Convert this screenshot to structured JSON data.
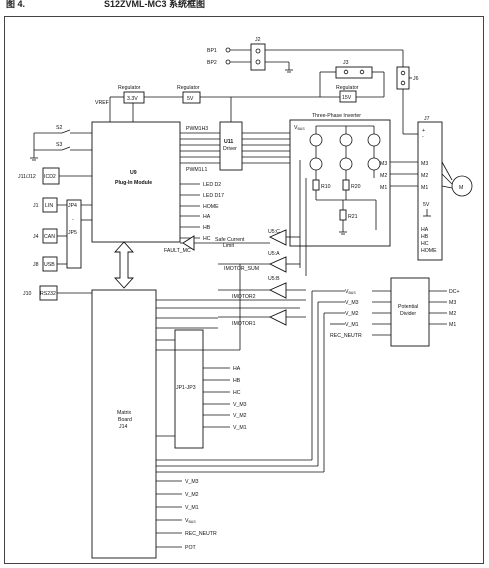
{
  "header": {
    "fig_no": "图 4.",
    "title": "S12ZVML-MC3 系统框图"
  },
  "inputs": {
    "bp1": "BP1",
    "bp2": "BP2",
    "j2": "J2",
    "j3": "J3",
    "j6": "J6",
    "vref": "VREF",
    "s2": "S2",
    "s3": "S3"
  },
  "regulators": [
    {
      "title": "Regulator",
      "value": "3.3V"
    },
    {
      "title": "Regulator",
      "value": "5V"
    },
    {
      "title": "Regulator",
      "value": "15V"
    }
  ],
  "u9": {
    "name": "U9",
    "label": "Plug-In Module",
    "pwm_high": "PWM1H3",
    "pwm_low": "PWM1L1",
    "fault": "FAULT_MC",
    "outputs": [
      "LED D2",
      "LED D17",
      "HOME",
      "HA",
      "HB",
      "HC"
    ]
  },
  "u11": {
    "name": "U11",
    "label": "Driver"
  },
  "inverter": {
    "title": "Three-Phase Inverter",
    "vbus": "V",
    "vbus_sub": "BUS",
    "r1": "R10",
    "r2": "R20",
    "r3": "R21",
    "phases": [
      "M3",
      "M2",
      "M1"
    ]
  },
  "j7": {
    "name": "J7",
    "plus": "+",
    "minus": "-",
    "phases": [
      "M3",
      "M2",
      "M1"
    ],
    "v5": "5V",
    "sensors": [
      "HA",
      "HB",
      "HC",
      "HOME"
    ]
  },
  "motor": {
    "label": "M"
  },
  "left_connectors": [
    {
      "name": "J11/J12",
      "box": "ICD2"
    },
    {
      "name": "J1",
      "box": "LIN"
    },
    {
      "name": "J4",
      "box": "CAN"
    },
    {
      "name": "J8",
      "box": "USB"
    },
    {
      "name": "J10",
      "box": "RS232"
    }
  ],
  "jumpers": {
    "jp4": "JP4",
    "dash": "-",
    "jp5": "JP5"
  },
  "amps": {
    "u5c": "U5:C",
    "u5a": "U5:A",
    "u5b": "U5:B",
    "safe1": "Safe Current",
    "safe2": "Limit",
    "imotor_sum": "IMOTOR_SUM",
    "imotor2": "IMOTOR2",
    "imotor1": "IMOTOR1"
  },
  "divider": {
    "label1": "Potential",
    "label2": "Divider",
    "right": [
      "DC+",
      "M3",
      "M2",
      "M1"
    ],
    "left": [
      "V",
      "V_M3",
      "V_M2",
      "V_M1",
      "REC_NEUTR"
    ],
    "left_sub": "BUS"
  },
  "jp": {
    "label": "JP1-JP3",
    "signals": [
      "HA",
      "HB",
      "HC",
      "V_M3",
      "V_M2",
      "V_M1"
    ]
  },
  "matrix": {
    "line1": "Matrix",
    "line2": "Board",
    "line3": "J14",
    "signals": [
      "V_M3",
      "V_M2",
      "V_M1",
      "V",
      "REC_NEUTR",
      "POT"
    ],
    "vbus_sub": "BUS"
  }
}
